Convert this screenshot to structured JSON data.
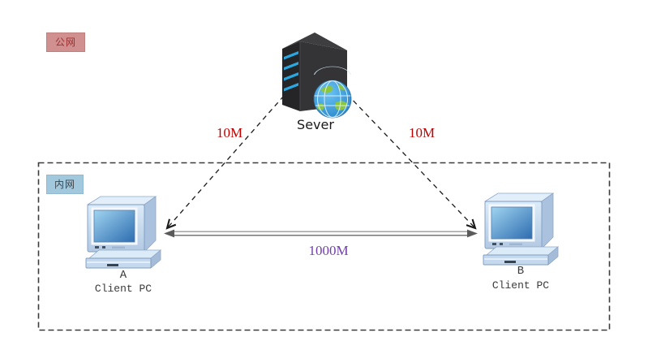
{
  "diagram": {
    "zones": {
      "public": {
        "label": "公网",
        "bg_color": "#d19090",
        "text_color": "#9c2f2f"
      },
      "internal": {
        "label": "内网",
        "bg_color": "#a2c8de",
        "text_color": "#3f4448"
      }
    },
    "nodes": {
      "server": {
        "label": "Sever"
      },
      "pc_a": {
        "name": "A",
        "type": "Client PC"
      },
      "pc_b": {
        "name": "B",
        "type": "Client PC"
      }
    },
    "links": {
      "server_to_a": {
        "label": "10M",
        "color": "#c00000",
        "style": "dashed"
      },
      "server_to_b": {
        "label": "10M",
        "color": "#c00000",
        "style": "dashed"
      },
      "a_to_b": {
        "label": "1000M",
        "color": "#7040a8",
        "style": "double-arrow"
      }
    }
  }
}
